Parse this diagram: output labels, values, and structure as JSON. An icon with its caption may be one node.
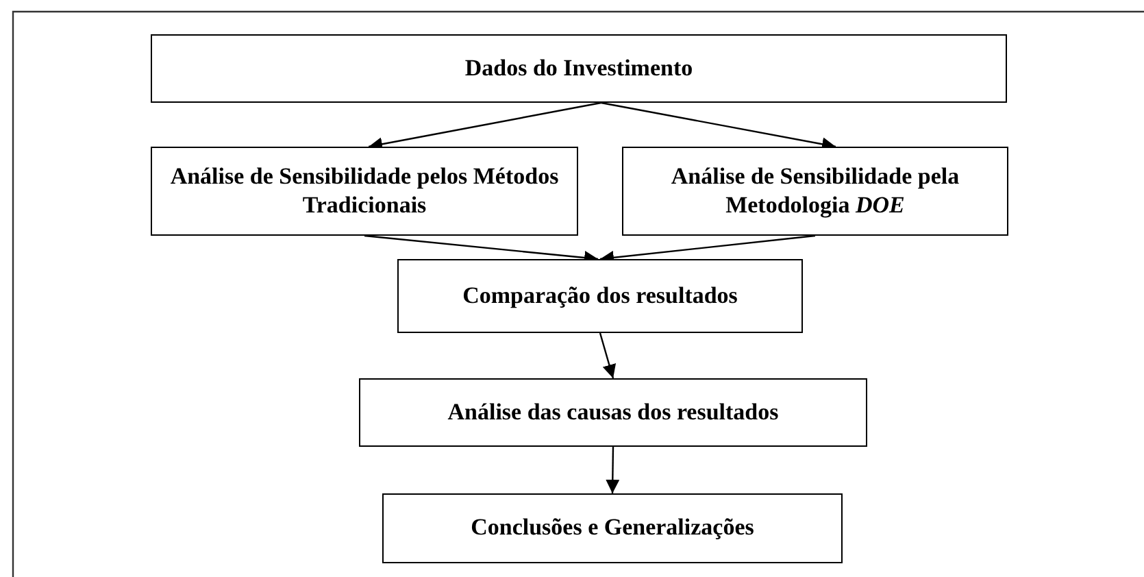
{
  "diagram": {
    "nodes": [
      {
        "text": [
          "Dados do Investimento"
        ]
      },
      {
        "text": [
          "Análise de Sensibilidade pelos Métodos Tradicionais"
        ]
      },
      {
        "text": [
          "Análise de Sensibilidade pela Metodologia *DOE*"
        ]
      },
      {
        "text": [
          "Comparação dos resultados"
        ]
      },
      {
        "text": [
          "Análise das causas dos resultados"
        ]
      },
      {
        "text": [
          "Conclusões e Generalizações"
        ]
      }
    ],
    "edges": [
      {
        "from": 0,
        "to": 1,
        "arrow": "to"
      },
      {
        "from": 0,
        "to": 2,
        "arrow": "to"
      },
      {
        "from": 1,
        "to": 3,
        "arrow": "to"
      },
      {
        "from": 2,
        "to": 3,
        "arrow": "to"
      },
      {
        "from": 3,
        "to": 4,
        "arrow": "to"
      },
      {
        "from": 4,
        "to": 5,
        "arrow": "to"
      }
    ]
  }
}
